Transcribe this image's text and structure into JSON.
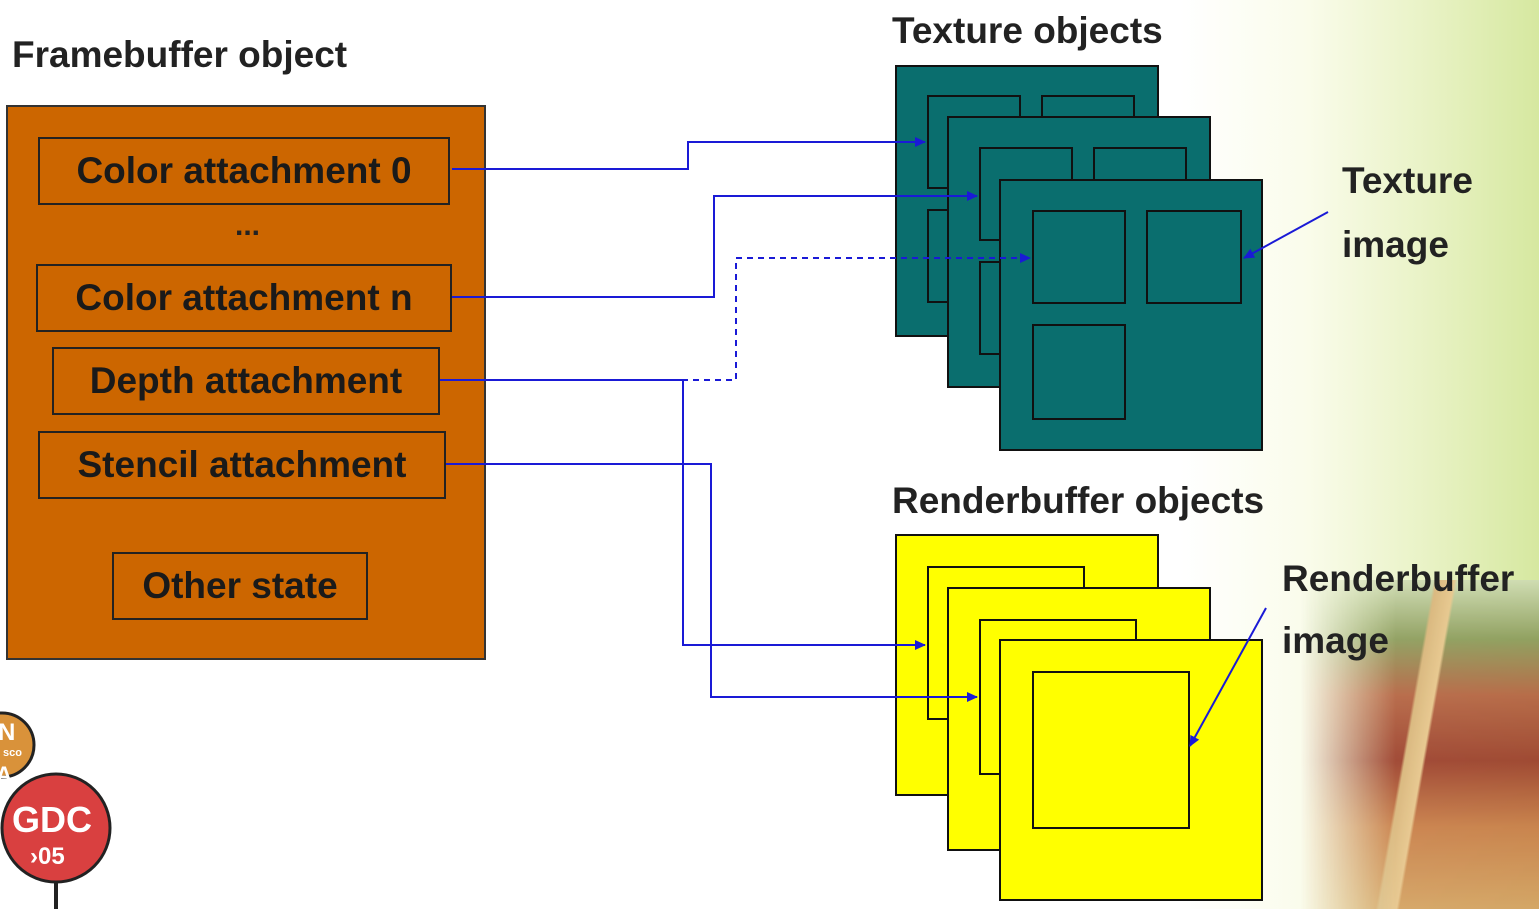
{
  "titles": {
    "framebuffer": "Framebuffer object",
    "texture_objects": "Texture objects",
    "renderbuffer_objects": "Renderbuffer objects"
  },
  "attachments": {
    "color0": "Color attachment 0",
    "ellipsis": "...",
    "colorN": "Color attachment n",
    "depth": "Depth attachment",
    "stencil": "Stencil attachment",
    "other": "Other state"
  },
  "callouts": {
    "texture_image_1": "Texture",
    "texture_image_2": "image",
    "renderbuffer_image_1": "Renderbuffer",
    "renderbuffer_image_2": "image"
  },
  "logo": {
    "text1": "GDC",
    "text2": "›05",
    "small1": "N",
    "small2": "sco",
    "small3": "A"
  },
  "colors": {
    "framebuffer": "#cc6600",
    "texture": "#0a6e6e",
    "renderbuffer": "#ffff00",
    "link": "#1a1ad6"
  }
}
